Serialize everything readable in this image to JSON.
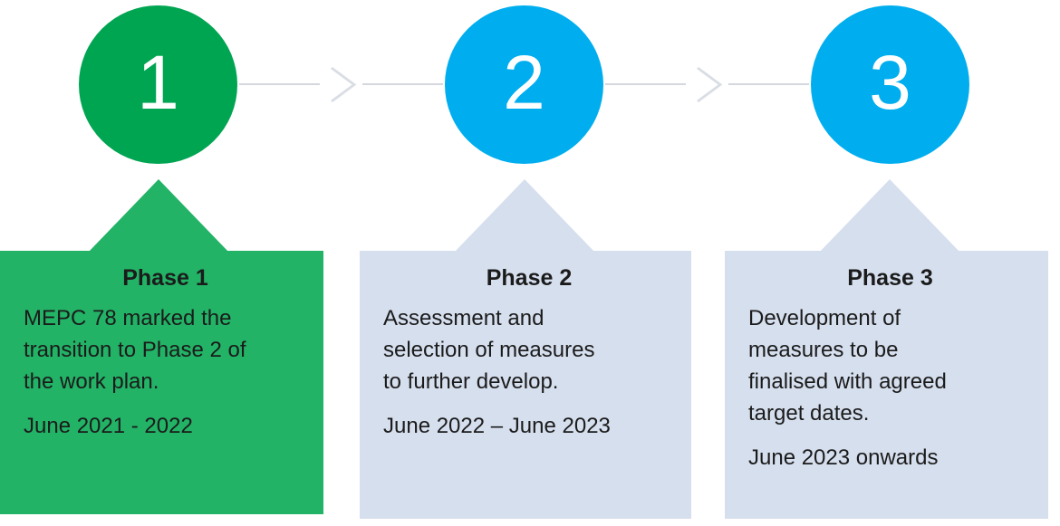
{
  "diagram": {
    "type": "process-timeline",
    "background": "#ffffff"
  },
  "colors": {
    "phase1_circle": "#00a551",
    "phase1_box": "#22b366",
    "phase2_circle": "#00aeef",
    "phase3_circle": "#00aeef",
    "phase2_box": "#d6dfee",
    "phase3_box": "#d6dfee",
    "connector_line": "#c5cbd4",
    "connector_chevron": "#d9dde4",
    "body_text": "#1b1b1b",
    "number_text": "#ffffff"
  },
  "phases": [
    {
      "number": "1",
      "title": "Phase 1",
      "body": "MEPC 78 marked the\ntransition to Phase 2 of\nthe work plan.",
      "dates": "June 2021 - 2022"
    },
    {
      "number": "2",
      "title": "Phase 2",
      "body": "Assessment and\nselection of measures\nto further develop.",
      "dates": "June 2022 – June 2023"
    },
    {
      "number": "3",
      "title": "Phase 3",
      "body": "Development of\nmeasures to be\nfinalised with agreed\ntarget dates.",
      "dates": "June 2023 onwards"
    }
  ]
}
